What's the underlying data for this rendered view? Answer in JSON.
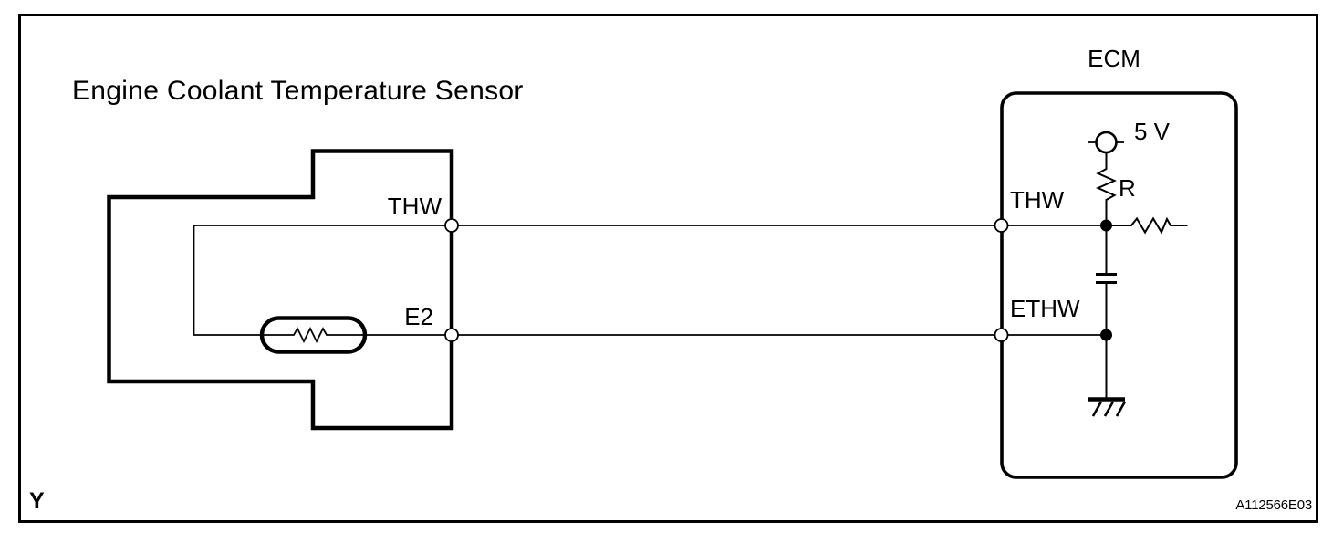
{
  "page": {
    "colors": {
      "line": "#000000",
      "background": "#ffffff"
    },
    "page_marker": "Y",
    "figure_code": "A112566E03"
  },
  "diagram": {
    "title": "Engine Coolant Temperature Sensor",
    "type": "wiring-schematic",
    "sensor": {
      "component": "thermistor",
      "terminals": [
        {
          "label": "THW"
        },
        {
          "label": "E2"
        }
      ]
    },
    "ecm": {
      "label": "ECM",
      "supply_label": "5 V",
      "pullup_resistor_label": "R",
      "terminals": [
        {
          "label": "THW"
        },
        {
          "label": "ETHW"
        }
      ]
    },
    "icons": [
      "power-terminal-icon",
      "resistor-icon",
      "thermistor-icon",
      "capacitor-icon",
      "chassis-ground-icon",
      "terminal-circle-icon",
      "junction-dot-icon"
    ]
  }
}
